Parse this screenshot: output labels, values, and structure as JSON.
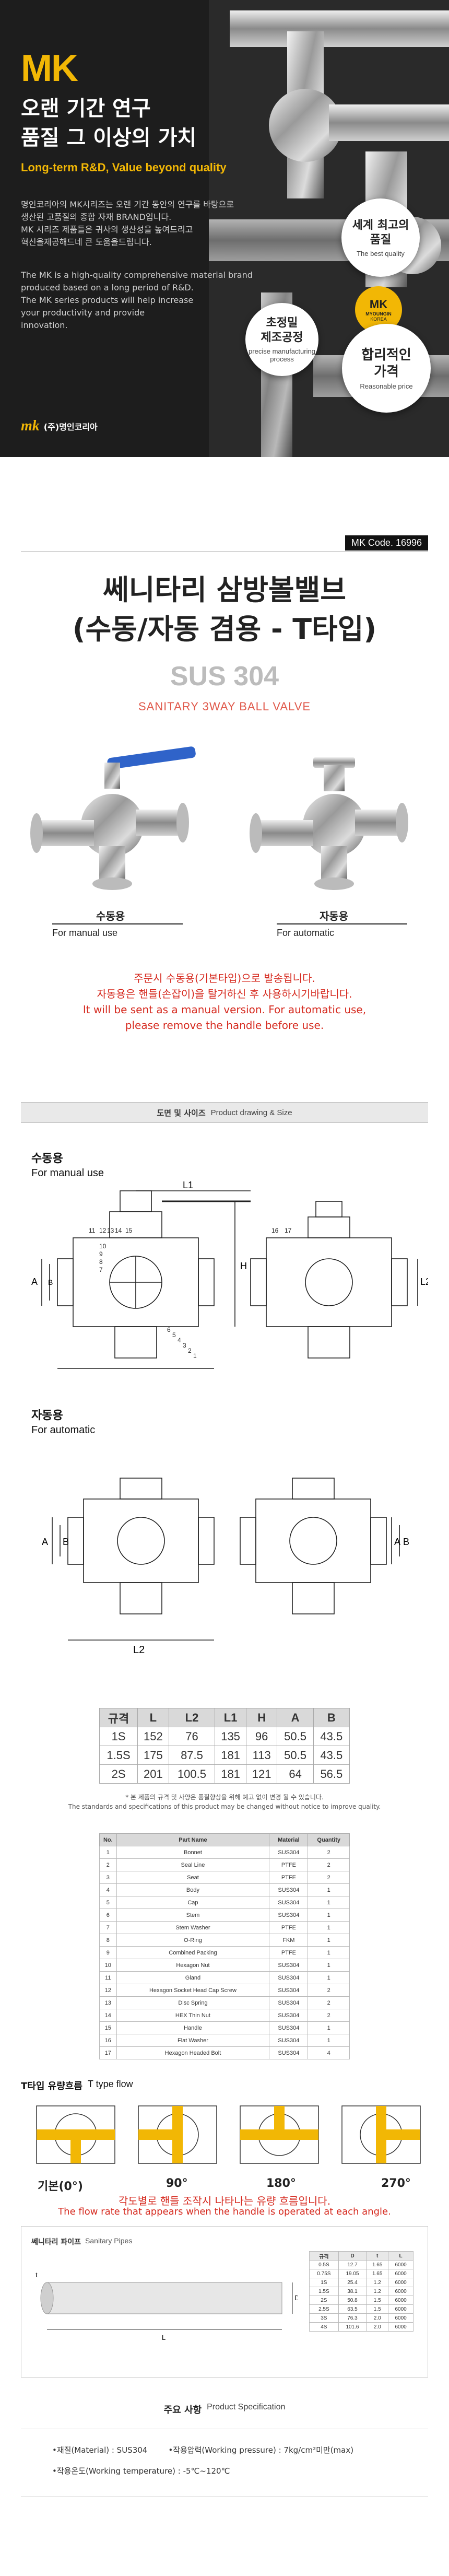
{
  "hero": {
    "logo": "MK",
    "title_line1": "오랜 기간 연구",
    "title_line2": "품질 그 이상의 가치",
    "subtitle": "Long-term R&D, Value beyond quality",
    "para_ko_1": "명인코리아의 MK시리즈는 오랜 기간 동안의 연구를 바탕으로",
    "para_ko_2": "생산된 고품질의 종합 자재 BRAND입니다.",
    "para_ko_3": "MK 시리즈 제품들은 귀사의 생산성을 높여드리고",
    "para_ko_4": "혁신을제공해드네 큰 도움을드립니다.",
    "para_en_1": "The MK is a high-quality comprehensive material brand",
    "para_en_2": "produced based on a long period of R&D.",
    "para_en_3": "The MK series products will help increase",
    "para_en_4": "your productivity and provide",
    "para_en_5": "innovation.",
    "circle1_k1": "세계 최고의",
    "circle1_k2": "품질",
    "circle1_e": "The best quality",
    "badge_1": "MK",
    "badge_2": "MYOUNGIN",
    "badge_3": "KOREA",
    "circle2_k1": "초정밀",
    "circle2_k2": "제조공정",
    "circle2_e1": "precise manufacturing",
    "circle2_e2": "process",
    "circle3_k1": "합리적인",
    "circle3_k2": "가격",
    "circle3_e": "Reasonable price",
    "footer_mark": "mk",
    "footer_company": "(주)명인코리아"
  },
  "code": "MK Code. 16996",
  "product": {
    "title1": "쎄니타리 삼방볼밸브",
    "title2": "(수동/자동 겸용 - T타입)",
    "material": "SUS 304",
    "english": "SANITARY 3WAY BALL VALVE",
    "manual_k": "수동용",
    "manual_e": "For manual use",
    "auto_k": "자동용",
    "auto_e": "For automatic",
    "note_ko1": "주문시 수동용(기본타입)으로 발송됩니다.",
    "note_ko2": "자동용은 핸들(손잡이)을 탈거하신 후 사용하시기바랍니다.",
    "note_en1": "It will be sent as a manual version. For automatic use,",
    "note_en2": "please remove the handle before use."
  },
  "drawing": {
    "section_k": "도면 및 사이즈",
    "section_e": "Product drawing & Size",
    "manual_k": "수동용",
    "manual_e": "For manual use",
    "auto_k": "자동용",
    "auto_e": "For automatic",
    "labels": {
      "L1": "L1",
      "H": "H",
      "L2": "L2",
      "A": "A",
      "B": "B",
      "n1": "1",
      "n2": "2",
      "n3": "3",
      "n4": "4",
      "n5": "5",
      "n6": "6",
      "n7": "7",
      "n8": "8",
      "n9": "9",
      "n10": "10",
      "n11": "11",
      "n12": "12",
      "n13": "13",
      "n14": "14",
      "n15": "15",
      "n16": "16",
      "n17": "17"
    }
  },
  "dims_table": {
    "headers": [
      "규격",
      "L",
      "L2",
      "L1",
      "H",
      "A",
      "B"
    ],
    "rows": [
      [
        "1S",
        "152",
        "76",
        "135",
        "96",
        "50.5",
        "43.5"
      ],
      [
        "1.5S",
        "175",
        "87.5",
        "181",
        "113",
        "50.5",
        "43.5"
      ],
      [
        "2S",
        "201",
        "100.5",
        "181",
        "121",
        "64",
        "56.5"
      ]
    ],
    "note1": "* 본 제품의 규격 및 사양은 품질향상을 위해 예고 없이 변경 될 수 있습니다.",
    "note2": "The standards and specifications of this product may be changed without notice to improve quality."
  },
  "parts_table": {
    "headers": [
      "No.",
      "Part Name",
      "Material",
      "Quantity"
    ],
    "rows": [
      [
        "1",
        "Bonnet",
        "SUS304",
        "2"
      ],
      [
        "2",
        "Seal Line",
        "PTFE",
        "2"
      ],
      [
        "3",
        "Seat",
        "PTFE",
        "2"
      ],
      [
        "4",
        "Body",
        "SUS304",
        "1"
      ],
      [
        "5",
        "Cap",
        "SUS304",
        "1"
      ],
      [
        "6",
        "Stem",
        "SUS304",
        "1"
      ],
      [
        "7",
        "Stem Washer",
        "PTFE",
        "1"
      ],
      [
        "8",
        "O-Ring",
        "FKM",
        "1"
      ],
      [
        "9",
        "Combined Packing",
        "PTFE",
        "1"
      ],
      [
        "10",
        "Hexagon Nut",
        "SUS304",
        "1"
      ],
      [
        "11",
        "Gland",
        "SUS304",
        "1"
      ],
      [
        "12",
        "Hexagon Socket Head Cap Screw",
        "SUS304",
        "2"
      ],
      [
        "13",
        "Disc Spring",
        "SUS304",
        "2"
      ],
      [
        "14",
        "HEX Thin Nut",
        "SUS304",
        "2"
      ],
      [
        "15",
        "Handle",
        "SUS304",
        "1"
      ],
      [
        "16",
        "Flat Washer",
        "SUS304",
        "1"
      ],
      [
        "17",
        "Hexagon Headed Bolt",
        "SUS304",
        "4"
      ]
    ]
  },
  "flow": {
    "title_k": "T타입 유량흐름",
    "title_e": "T type flow",
    "angles": [
      "기본(0°)",
      "90°",
      "180°",
      "270°"
    ],
    "note_ko": "각도별로 핸들 조작시 나타나는 유량 흐름입니다.",
    "note_en": "The flow rate that appears when the handle is operated at each angle."
  },
  "pipes": {
    "title_k": "쎄니타리 파이프",
    "title_e": "Sanitary Pipes",
    "dims": [
      "D",
      "t",
      "L"
    ],
    "headers": [
      "규격",
      "D",
      "t",
      "L"
    ],
    "rows": [
      [
        "0.5S",
        "12.7",
        "1.65",
        "6000"
      ],
      [
        "0.75S",
        "19.05",
        "1.65",
        "6000"
      ],
      [
        "1S",
        "25.4",
        "1.2",
        "6000"
      ],
      [
        "1.5S",
        "38.1",
        "1.2",
        "6000"
      ],
      [
        "2S",
        "50.8",
        "1.5",
        "6000"
      ],
      [
        "2.5S",
        "63.5",
        "1.5",
        "6000"
      ],
      [
        "3S",
        "76.3",
        "2.0",
        "6000"
      ],
      [
        "4S",
        "101.6",
        "2.0",
        "6000"
      ]
    ]
  },
  "spec": {
    "title_k": "주요 사항",
    "title_e": "Product Specification",
    "material": "•재질(Material) : SUS304",
    "pressure": "•작용압력(Working pressure) : 7kg/cm²미만(max)",
    "temp": "•작용온도(Working temperature) : -5℃~120℃"
  }
}
